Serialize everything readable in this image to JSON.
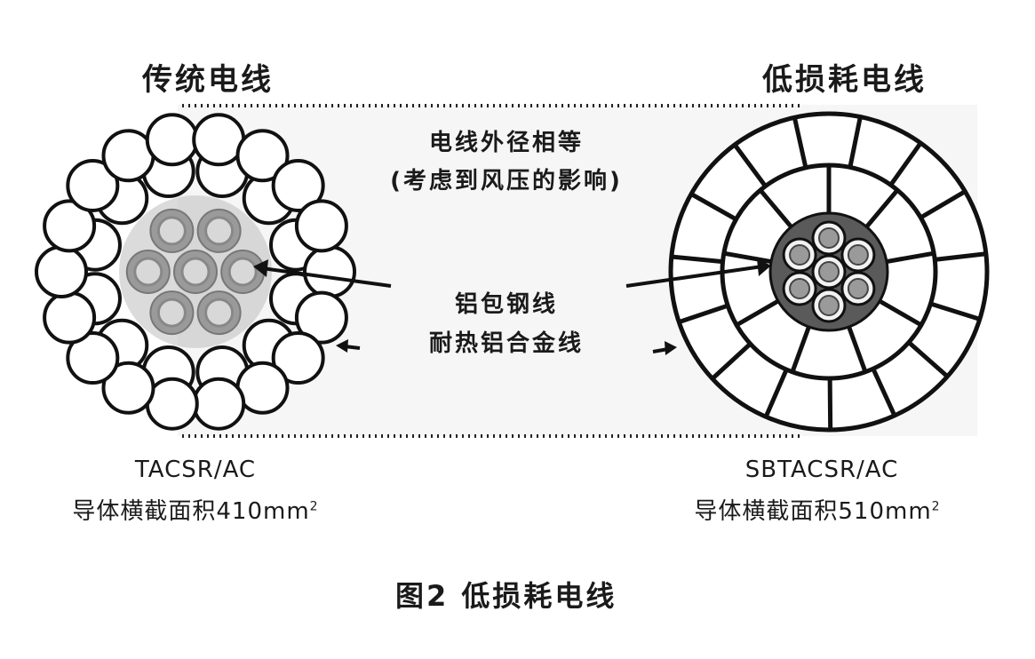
{
  "left": {
    "title": "传统电线",
    "model": "TACSR/AC",
    "area_text": "导体横截面积410mm",
    "area_sup": "2"
  },
  "right": {
    "title": "低损耗电线",
    "model": "SBTACSR/AC",
    "area_text": "导体横截面积510mm",
    "area_sup": "2"
  },
  "middle": {
    "line1": "电线外径相等",
    "line2": "(考虑到风压的影响)",
    "core_label": "铝包钢线",
    "outer_label": "耐热铝合金线"
  },
  "caption": "图2  低损耗电线",
  "colors": {
    "stroke": "#111111",
    "core_fill": "#9a9a9a",
    "core_inner": "#d8d8d8",
    "right_core": "#5a5a5a",
    "band": "#f4f4f4"
  }
}
